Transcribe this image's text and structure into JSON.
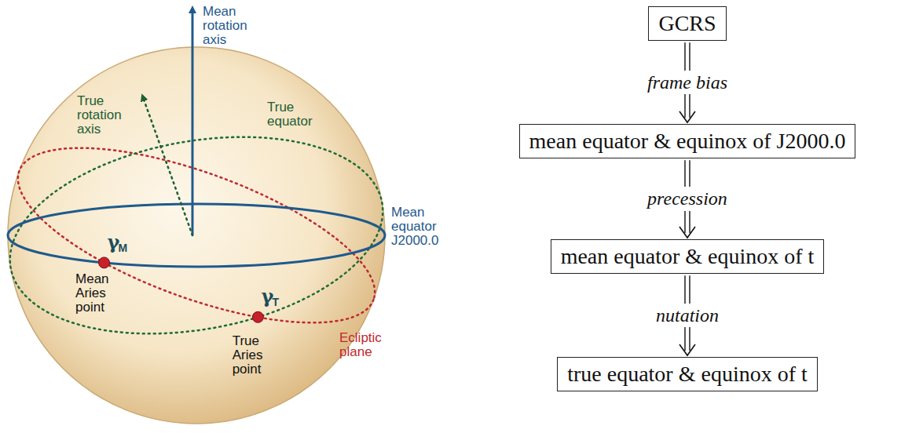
{
  "diagram": {
    "nodes": [
      {
        "text": [
          "GCRS"
        ]
      },
      {
        "text": [
          "mean equator & equinox of J2000.0"
        ]
      },
      {
        "text": [
          "mean equator & equinox of t"
        ]
      },
      {
        "text": [
          "true equator & equinox of t"
        ]
      }
    ],
    "edges": [
      {
        "from": 0,
        "to": 1,
        "arrow": "to",
        "label": "frame bias"
      },
      {
        "from": 1,
        "to": 2,
        "arrow": "to",
        "label": "precession"
      },
      {
        "from": 2,
        "to": 3,
        "arrow": "to",
        "label": "nutation"
      }
    ],
    "labels": [
      "True rotation axis",
      "Mean rotation axis",
      "True equator",
      "Mean equator J2000.0",
      "γ",
      "M",
      "Mean Aries point",
      "γ",
      "T",
      "True Aries point",
      "Ecliptic plane"
    ]
  }
}
